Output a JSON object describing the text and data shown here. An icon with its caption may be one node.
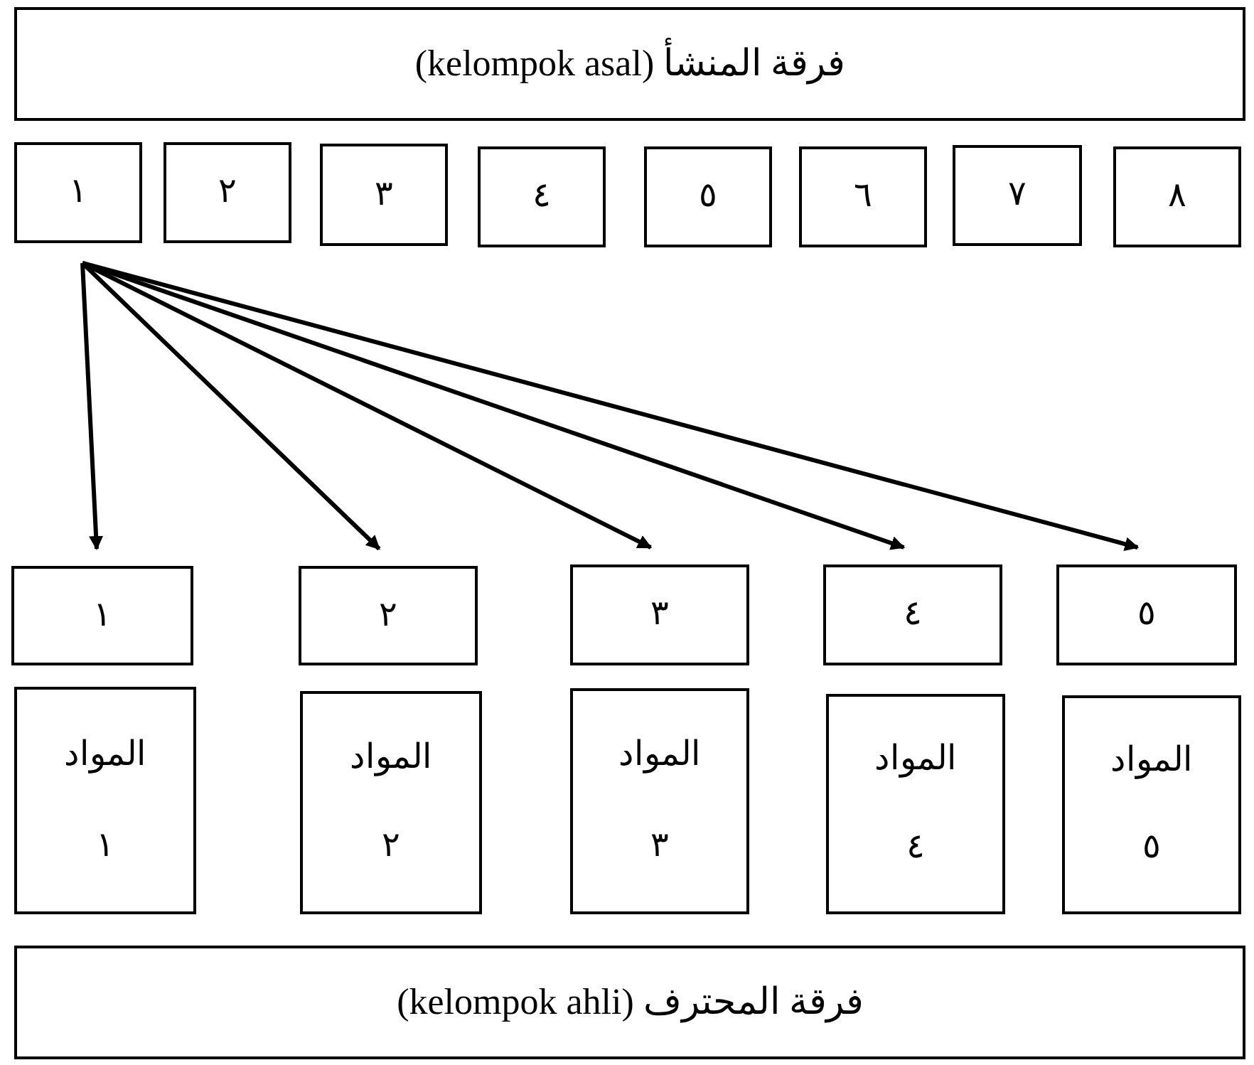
{
  "diagram": {
    "nodes": [
      {
        "text": [
          "فرقة المنشأ (kelompok asal)"
        ]
      },
      {
        "text": [
          "١"
        ]
      },
      {
        "text": [
          "٢"
        ]
      },
      {
        "text": [
          "٣"
        ]
      },
      {
        "text": [
          "٤"
        ]
      },
      {
        "text": [
          "٥"
        ]
      },
      {
        "text": [
          "٦"
        ]
      },
      {
        "text": [
          "٧"
        ]
      },
      {
        "text": [
          "٨"
        ]
      },
      {
        "text": [
          "١"
        ]
      },
      {
        "text": [
          "٢"
        ]
      },
      {
        "text": [
          "٣"
        ]
      },
      {
        "text": [
          "٤"
        ]
      },
      {
        "text": [
          "٥"
        ]
      },
      {
        "text": [
          "المواد",
          "١"
        ]
      },
      {
        "text": [
          "المواد",
          "٢"
        ]
      },
      {
        "text": [
          "المواد",
          "٣"
        ]
      },
      {
        "text": [
          "المواد",
          "٤"
        ]
      },
      {
        "text": [
          "المواد",
          "٥"
        ]
      },
      {
        "text": [
          "فرقة المحترف (kelompok ahli)"
        ]
      }
    ],
    "edges": [
      {
        "from": 1,
        "to": 9,
        "arrow": "to"
      },
      {
        "from": 1,
        "to": 10,
        "arrow": "to"
      },
      {
        "from": 1,
        "to": 11,
        "arrow": "to"
      },
      {
        "from": 1,
        "to": 12,
        "arrow": "to"
      },
      {
        "from": 1,
        "to": 13,
        "arrow": "to"
      }
    ]
  }
}
